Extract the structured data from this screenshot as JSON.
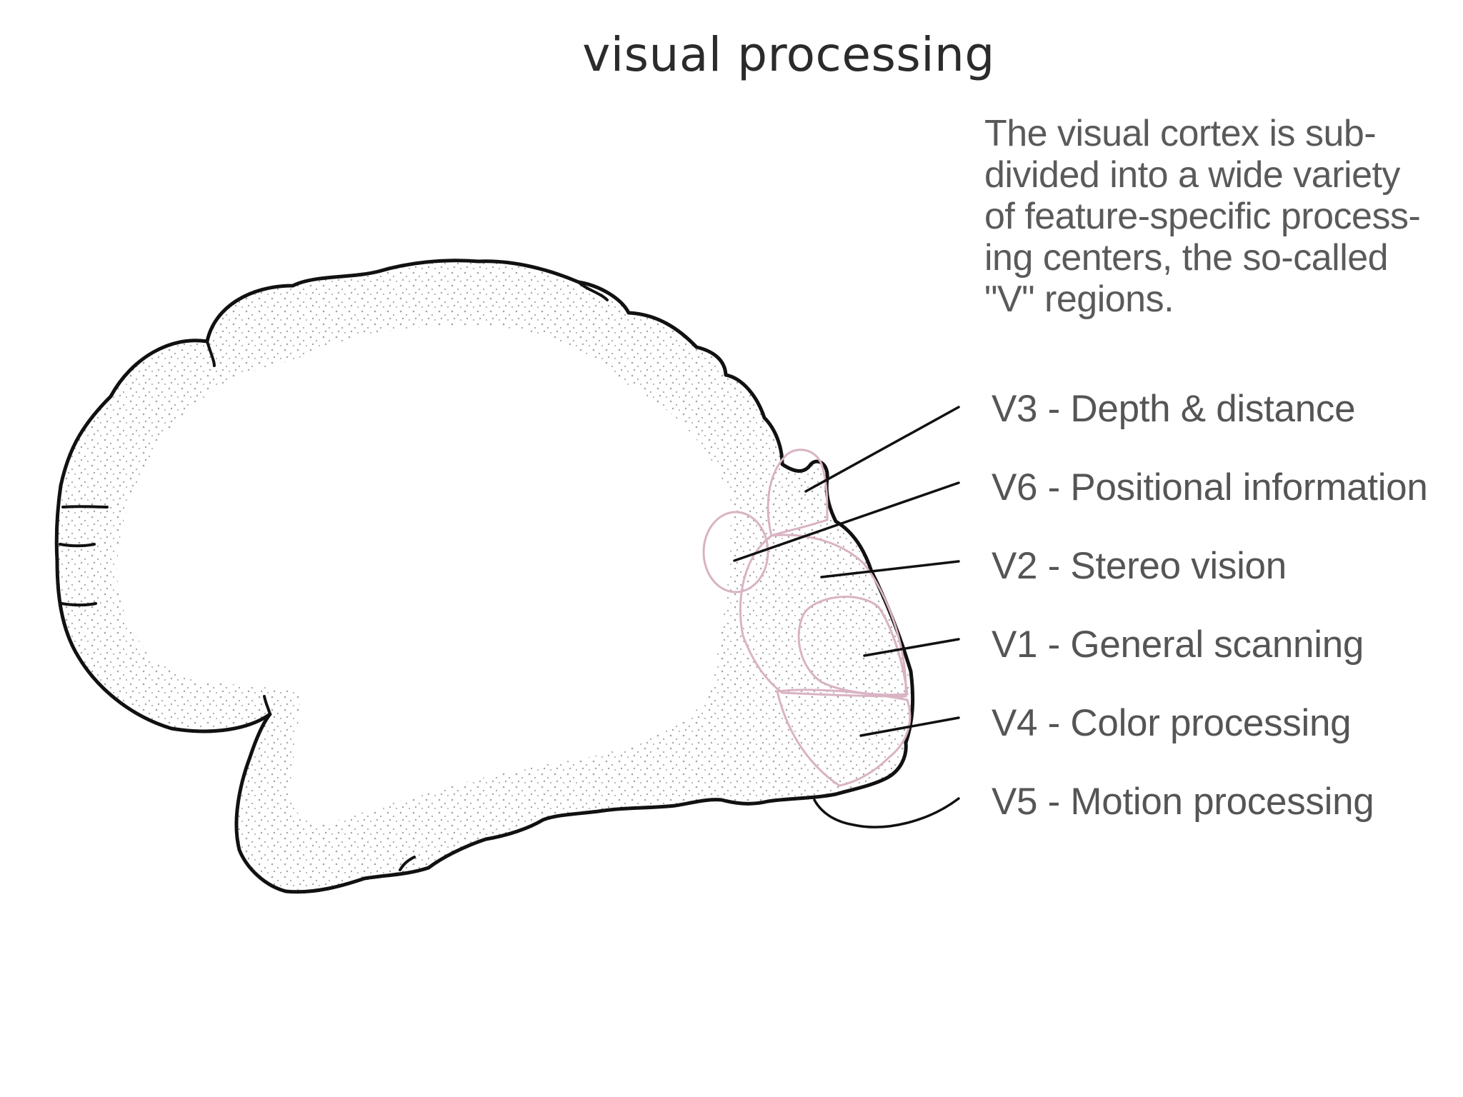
{
  "title": "visual processing",
  "description_lines": [
    "The visual cortex is sub-",
    "divided into a wide variety",
    "of feature-specific process-",
    "ing centers, the so-called",
    "\"V\" regions."
  ],
  "regions": [
    {
      "label": "V3 - Depth & distance"
    },
    {
      "label": "V6 - Positional information"
    },
    {
      "label": "V2 - Stereo vision"
    },
    {
      "label": "V1 - General scanning"
    },
    {
      "label": "V4 - Color processing"
    },
    {
      "label": "V5 - Motion processing"
    }
  ],
  "colors": {
    "outline": "#111111",
    "region_outline": "#d9b3c3",
    "label_text": "#555555"
  }
}
